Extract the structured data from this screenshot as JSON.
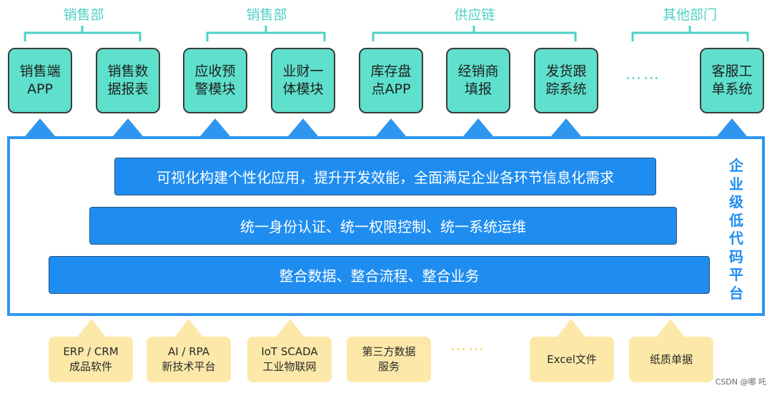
{
  "departments": [
    {
      "label": "销售部"
    },
    {
      "label": "销售部"
    },
    {
      "label": "供应链"
    },
    {
      "label": "其他部门"
    }
  ],
  "apps": [
    {
      "label": "销售端\nAPP"
    },
    {
      "label": "销售数\n据报表"
    },
    {
      "label": "应收预\n警模块"
    },
    {
      "label": "业财一\n体模块"
    },
    {
      "label": "库存盘\n点APP"
    },
    {
      "label": "经销商\n填报"
    },
    {
      "label": "发货跟\n踪系统"
    },
    {
      "label": "客服工\n单系统"
    }
  ],
  "top_ellipsis": "……",
  "platform": {
    "title": "企业级低代码平台",
    "layers": [
      {
        "label": "可视化构建个性化应用，提升开发效能，全面满足企业各环节信息化需求"
      },
      {
        "label": "统一身份认证、统一权限控制、统一系统运维"
      },
      {
        "label": "整合数据、整合流程、整合业务"
      }
    ]
  },
  "sources": [
    {
      "label": "ERP / CRM\n成品软件"
    },
    {
      "label": "AI / RPA\n新技术平台"
    },
    {
      "label": "IoT SCADA\n工业物联网"
    },
    {
      "label": "第三方数据\n服务"
    },
    {
      "label": "Excel文件"
    },
    {
      "label": "纸质单据"
    }
  ],
  "bottom_ellipsis": "……",
  "watermark": "CSDN @哪 吒",
  "colors": {
    "department_text": "#4fd1c5",
    "app_fill": "#5ee0cc",
    "platform_border": "#2f96f0",
    "layer_fill": "#1f8df0",
    "source_fill": "#fce8a8"
  }
}
